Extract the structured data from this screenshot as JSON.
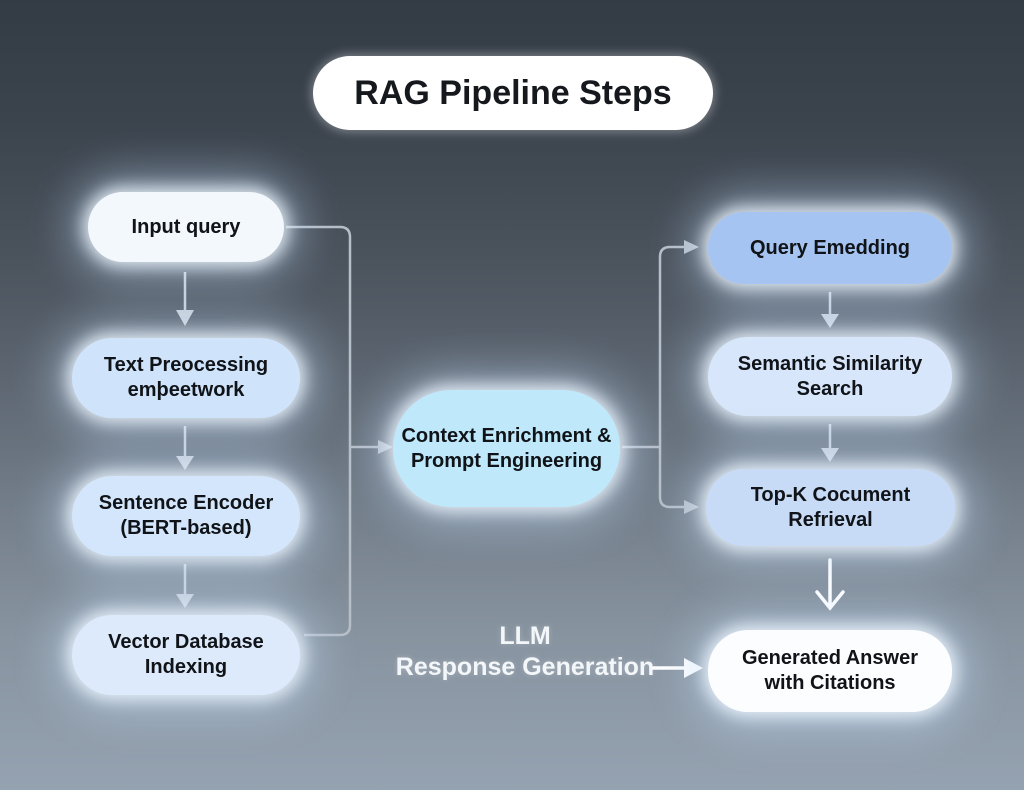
{
  "title": "RAG Pipeline Steps",
  "palette": {
    "background_top": "#333b45",
    "background_bottom": "#95a2b1",
    "connector_gray": "#b6bec8",
    "arrow_gray": "#c9d1d9",
    "arrow_white": "#ffffff",
    "title_background": "#ffffff",
    "text_dark": "#101317",
    "text_white": "#f4f7fa"
  },
  "nodes": {
    "input_query": {
      "label": "Input query",
      "color": "#f3f8fd"
    },
    "text_preprocessing": {
      "line1": "Text Preocessing",
      "line2": "emþeetwork",
      "color": "#cfe4fa"
    },
    "sentence_encoder": {
      "line1": "Sentence Encoder",
      "line2": "(BERT-based)",
      "color": "#d3e6fb"
    },
    "vector_indexing": {
      "line1": "Vector Database",
      "line2": "Indexing",
      "color": "#dceafb"
    },
    "context_enrichment": {
      "line1": "Context Enrichment &",
      "line2": "Prompt Engineering",
      "color": "#bfe8fa"
    },
    "query_embedding": {
      "label": "Query Emedding",
      "color": "#a6c4f1"
    },
    "semantic_search": {
      "line1": "Semantic Similarity",
      "line2": "Search",
      "color": "#d7e6fa"
    },
    "topk_retrieval": {
      "label": "Top-K Cocument Refrieval",
      "color": "#c8dbf6"
    },
    "generated_answer": {
      "line1": "Generated Answer",
      "line2": "with Citations",
      "color": "#fcfdff"
    },
    "llm": {
      "line1": "LLM",
      "line2": "Response Generation"
    }
  }
}
